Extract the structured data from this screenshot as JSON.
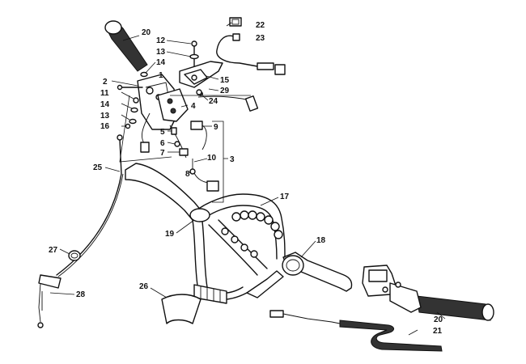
{
  "callouts": [
    {
      "id": "c20a",
      "text": "20"
    },
    {
      "id": "c12",
      "text": "12"
    },
    {
      "id": "c13a",
      "text": "13"
    },
    {
      "id": "c14a",
      "text": "14"
    },
    {
      "id": "c1",
      "text": "1"
    },
    {
      "id": "c2",
      "text": "2"
    },
    {
      "id": "c11",
      "text": "11"
    },
    {
      "id": "c14b",
      "text": "14"
    },
    {
      "id": "c13b",
      "text": "13"
    },
    {
      "id": "c16",
      "text": "16"
    },
    {
      "id": "c22",
      "text": "22"
    },
    {
      "id": "c23",
      "text": "23"
    },
    {
      "id": "c15",
      "text": "15"
    },
    {
      "id": "c29",
      "text": "29"
    },
    {
      "id": "c24",
      "text": "24"
    },
    {
      "id": "c4",
      "text": "4"
    },
    {
      "id": "c5",
      "text": "5"
    },
    {
      "id": "c6",
      "text": "6"
    },
    {
      "id": "c7",
      "text": "7"
    },
    {
      "id": "c8",
      "text": "8"
    },
    {
      "id": "c9",
      "text": "9"
    },
    {
      "id": "c10",
      "text": "10"
    },
    {
      "id": "c3",
      "text": "3"
    },
    {
      "id": "c25",
      "text": "25"
    },
    {
      "id": "c17",
      "text": "17"
    },
    {
      "id": "c19",
      "text": "19"
    },
    {
      "id": "c18",
      "text": "18"
    },
    {
      "id": "c27",
      "text": "27"
    },
    {
      "id": "c26",
      "text": "26"
    },
    {
      "id": "c28",
      "text": "28"
    },
    {
      "id": "c20b",
      "text": "20"
    },
    {
      "id": "c21",
      "text": "21"
    }
  ]
}
